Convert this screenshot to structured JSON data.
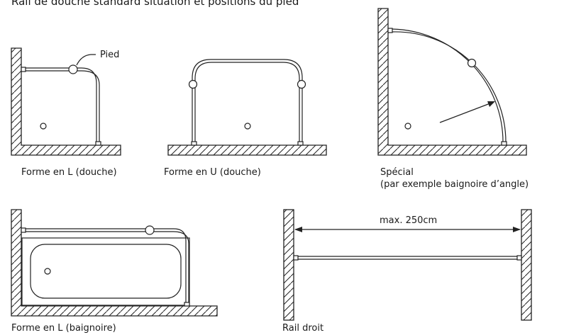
{
  "title": "Rail de douche standard situation et positions du pied",
  "callout_label": "Pied",
  "dimension_label": "max. 250cm",
  "captions": {
    "l_shower": "Forme en L (douche)",
    "u_shower": "Forme en U (douche)",
    "special_line1": "Spécial",
    "special_line2": "(par exemple baignoire d’angle)",
    "l_bath": "Forme en L (baignoire)",
    "straight": "Rail droit"
  }
}
